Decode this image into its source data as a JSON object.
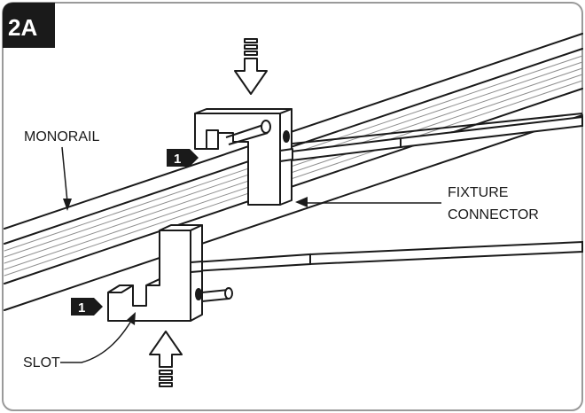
{
  "figure": {
    "panel_tag": "2A",
    "labels": {
      "monorail": "MONORAIL",
      "fixture_connector_line1": "FIXTURE",
      "fixture_connector_line2": "CONNECTOR",
      "slot": "SLOT"
    },
    "steps": [
      {
        "number": "1"
      },
      {
        "number": "1"
      }
    ],
    "colors": {
      "ink": "#1a1a1a",
      "frame": "#9a9a9a",
      "tag_bg": "#1a1a1a",
      "rail_groove": "#8f8f8f"
    }
  }
}
